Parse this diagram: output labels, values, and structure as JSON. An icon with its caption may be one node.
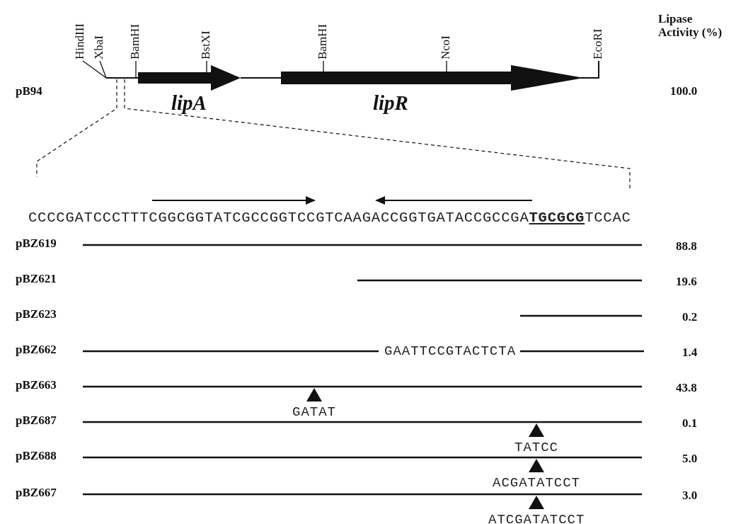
{
  "diagram": {
    "labels": [
      "HindIII",
      "XbaI",
      "BamHI",
      "BstXI",
      "BamHI",
      "NcoI",
      "EcoRI",
      "Lipase Activity (%)",
      "pB94",
      "lipA",
      "lipR",
      "100.0",
      "CCCCGATCCCTTTCGGCGGTATCGCCGGTCCGTCAAGACCGGTGATACCGCCGA**TGCGCG**TCCAC",
      "pBZ619",
      "88.8",
      "pBZ621",
      "19.6",
      "pBZ623",
      "0.2",
      "pBZ662",
      "GAATTCCGTACTCTA",
      "1.4",
      "pBZ663",
      "43.8",
      "GATAT",
      "pBZ687",
      "0.1",
      "TATCC",
      "pBZ688",
      "5.0",
      "ACGATATCCT",
      "pBZ667",
      "3.0",
      "ATCGATATCCT"
    ]
  }
}
